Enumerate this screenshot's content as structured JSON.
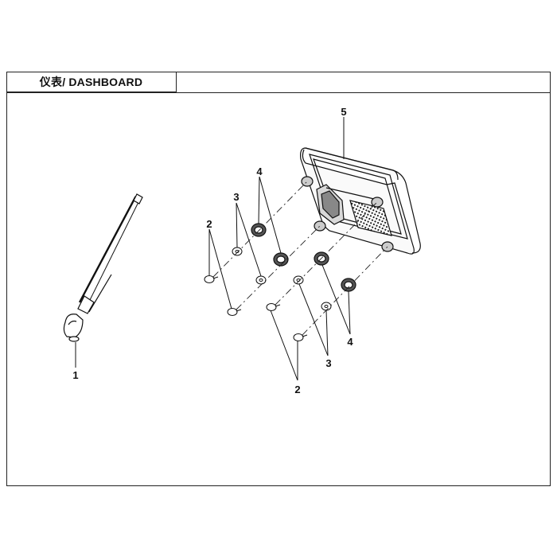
{
  "title": "仪表/ DASHBOARD",
  "callouts": [
    {
      "id": "1",
      "label": "1"
    },
    {
      "id": "2a",
      "label": "2"
    },
    {
      "id": "2b",
      "label": "2"
    },
    {
      "id": "3a",
      "label": "3"
    },
    {
      "id": "3b",
      "label": "3"
    },
    {
      "id": "4a",
      "label": "4"
    },
    {
      "id": "4b",
      "label": "4"
    },
    {
      "id": "5",
      "label": "5"
    }
  ],
  "colors": {
    "line": "#111111",
    "fill_light": "#e6e6e6",
    "fill_dark": "#555555",
    "background": "#ffffff"
  }
}
